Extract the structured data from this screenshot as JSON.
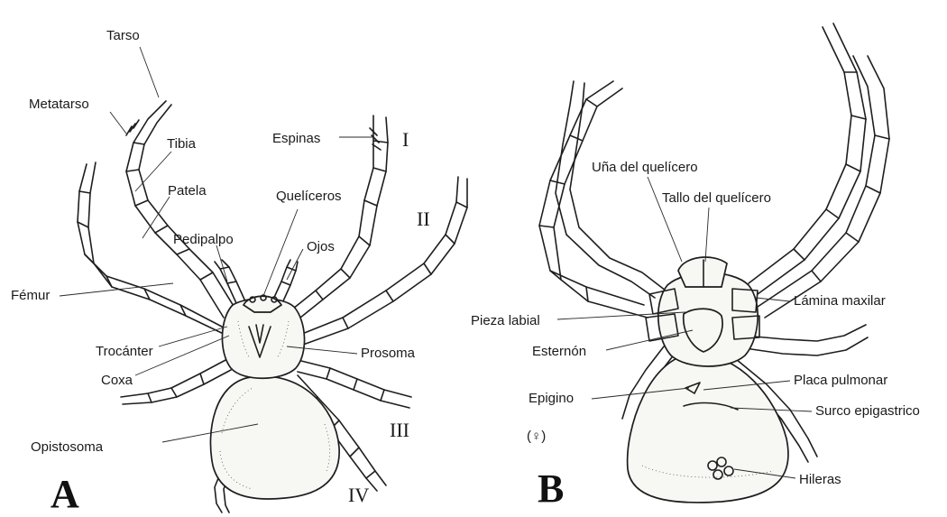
{
  "panel_a": {
    "letter": "A",
    "labels": {
      "tarso": "Tarso",
      "metatarso": "Metatarso",
      "tibia": "Tibia",
      "patela": "Patela",
      "pedipalpo": "Pedipalpo",
      "femur": "Fémur",
      "trocanter": "Trocánter",
      "coxa": "Coxa",
      "opistosoma": "Opistosoma",
      "espinas": "Espinas",
      "queliceros": "Quelíceros",
      "ojos": "Ojos",
      "prosoma": "Prosoma"
    },
    "legs": {
      "i": "I",
      "ii": "II",
      "iii": "III",
      "iv": "IV"
    }
  },
  "panel_b": {
    "letter": "B",
    "sex_symbol": "(♀)",
    "labels": {
      "una_quelicero": "Uña del quelícero",
      "tallo_quelicero": "Tallo del quelícero",
      "lamina_maxilar": "Lámina maxilar",
      "pieza_labial": "Pieza labial",
      "esternon": "Esternón",
      "placa_pulmonar": "Placa pulmonar",
      "epigino": "Epigino",
      "surco_epigastrico": "Surco epigastrico",
      "hileras": "Hileras"
    }
  }
}
